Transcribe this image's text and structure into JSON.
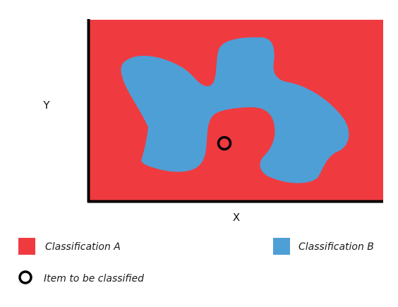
{
  "axes": {
    "x_label": "X",
    "y_label": "Y"
  },
  "legend": {
    "class_a": "Classification A",
    "class_b": "Classification B",
    "item": "Item to be classified"
  },
  "colors": {
    "class_a": "#ef3b40",
    "class_b": "#4e9fd6",
    "axis": "#000000",
    "marker": "#000000"
  }
}
